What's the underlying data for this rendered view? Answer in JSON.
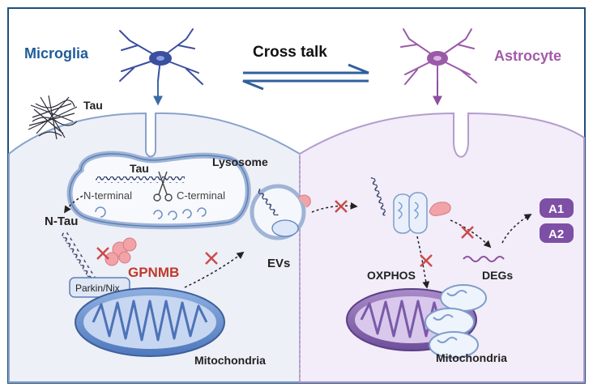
{
  "labels": {
    "microglia": "Microglia",
    "astrocyte": "Astrocyte",
    "cross_talk": "Cross talk",
    "tau_outside": "Tau",
    "lysosome": "Lysosome",
    "tau_inside": "Tau",
    "n_terminal": "N-terminal",
    "c_terminal": "C-terminal",
    "n_tau": "N-Tau",
    "gpnmb": "GPNMB",
    "parkin_nix": "Parkin/Nix",
    "evs": "EVs",
    "mitochondria_left": "Mitochondria",
    "oxphos": "OXPHOS",
    "degs": "DEGs",
    "a1": "A1",
    "a2": "A2",
    "mitochondria_right": "Mitochondria"
  },
  "colors": {
    "frame": "#1f4e79",
    "microglia_text": "#1f5c99",
    "astrocyte_text": "#a25aa8",
    "gpnmb_text": "#c0392b",
    "inhibit_x": "#c94b4b",
    "left_cell": "#eef0f7",
    "right_cell": "#f2edf8",
    "a_badge": "#7d4fa5"
  },
  "icons": {
    "microglia": "microglia-cell-icon",
    "astrocyte": "astrocyte-cell-icon",
    "tau_tangle": "tau-tangle-icon",
    "scissors": "scissors-icon",
    "inhibit": "inhibit-x-icon"
  }
}
